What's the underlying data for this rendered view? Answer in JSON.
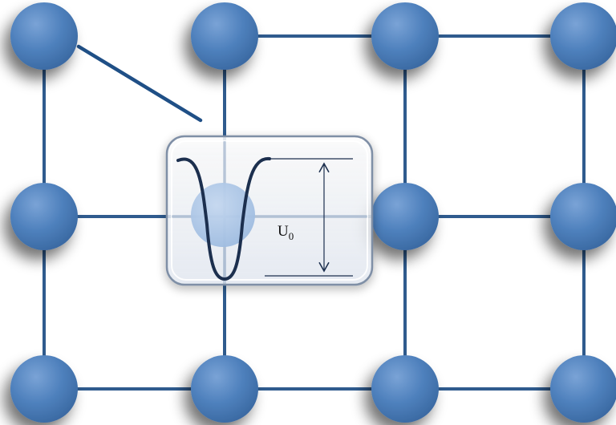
{
  "diagram": {
    "colors": {
      "atom": "#4f81bd",
      "atom_highlight": "#a9c4e6",
      "bond": "#2f5b8e",
      "well_curve": "#1c2f4e",
      "inset_border": "#7f8fa6"
    },
    "grid": {
      "rows": 3,
      "cols": 4
    },
    "potential_label": {
      "main": "U",
      "subscript": "0"
    }
  }
}
